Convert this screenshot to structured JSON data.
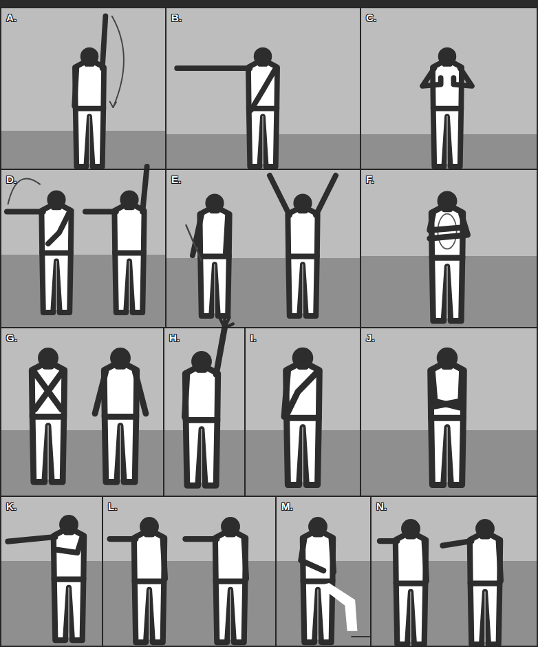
{
  "diagram": {
    "nodes": [
      {
        "text": [
          "A."
        ]
      },
      {
        "text": [
          "B."
        ]
      },
      {
        "text": [
          "C."
        ]
      },
      {
        "text": [
          "D."
        ]
      },
      {
        "text": [
          "E."
        ]
      },
      {
        "text": [
          "F."
        ]
      },
      {
        "text": [
          "G."
        ]
      },
      {
        "text": [
          "H."
        ]
      },
      {
        "text": [
          "I."
        ]
      },
      {
        "text": [
          "J."
        ]
      },
      {
        "text": [
          "K."
        ]
      },
      {
        "text": [
          "L."
        ]
      },
      {
        "text": [
          "M."
        ]
      },
      {
        "text": [
          "N."
        ]
      }
    ]
  }
}
